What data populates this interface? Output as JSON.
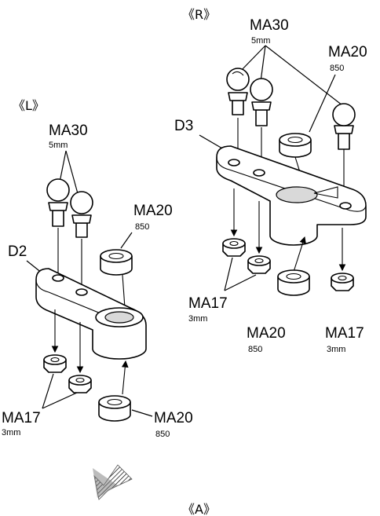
{
  "views": {
    "left": {
      "title": "《L》",
      "arm": "D2",
      "ball_callout": {
        "code": "MA30",
        "size": "5mm"
      },
      "collar_top": {
        "code": "MA20",
        "qty": "850"
      },
      "nut_callout": {
        "code": "MA17",
        "size": "3mm"
      },
      "collar_bottom": {
        "code": "MA20",
        "qty": "850"
      }
    },
    "right": {
      "title": "《R》",
      "arm": "D3",
      "ball_callout": {
        "code": "MA30",
        "size": "5mm"
      },
      "collar_top": {
        "code": "MA20",
        "qty": "850"
      },
      "nut_callout": {
        "code": "MA17",
        "size": "3mm"
      },
      "collar_bottom": {
        "code": "MA20",
        "qty": "850"
      },
      "nut_single": {
        "code": "MA17",
        "size": "3mm"
      }
    },
    "footer": {
      "title": "《A》"
    }
  }
}
